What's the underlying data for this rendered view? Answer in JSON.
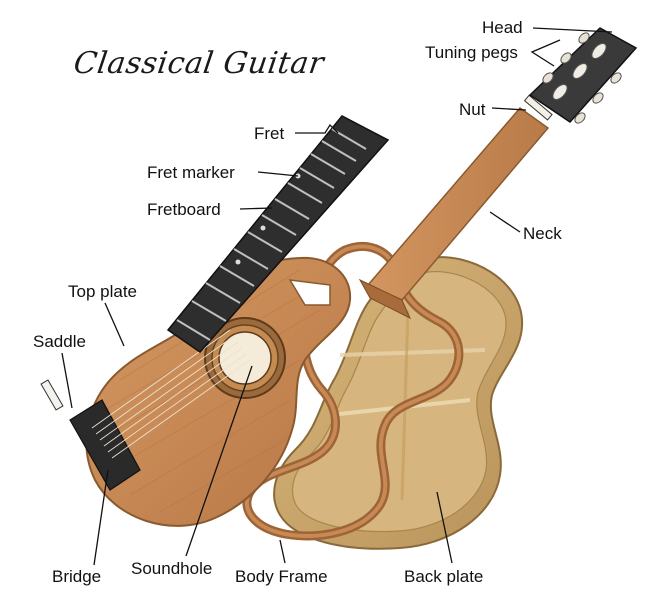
{
  "title": "Classical Guitar",
  "labels": {
    "head": "Head",
    "tuning_pegs": "Tuning pegs",
    "nut": "Nut",
    "neck": "Neck",
    "fret": "Fret",
    "fret_marker": "Fret marker",
    "fretboard": "Fretboard",
    "top_plate": "Top plate",
    "saddle": "Saddle",
    "bridge": "Bridge",
    "soundhole": "Soundhole",
    "body_frame": "Body Frame",
    "back_plate": "Back plate"
  },
  "colors": {
    "top_plate": "#c98a55",
    "top_plate_dark": "#a8683a",
    "back_plate": "#c9a566",
    "back_plate_inner": "#dcc08a",
    "body_frame": "#a36a3d",
    "neck": "#c98a55",
    "fretboard": "#2e2e2e",
    "head": "#3a3a3a",
    "rosette": "#8a5a2f"
  }
}
